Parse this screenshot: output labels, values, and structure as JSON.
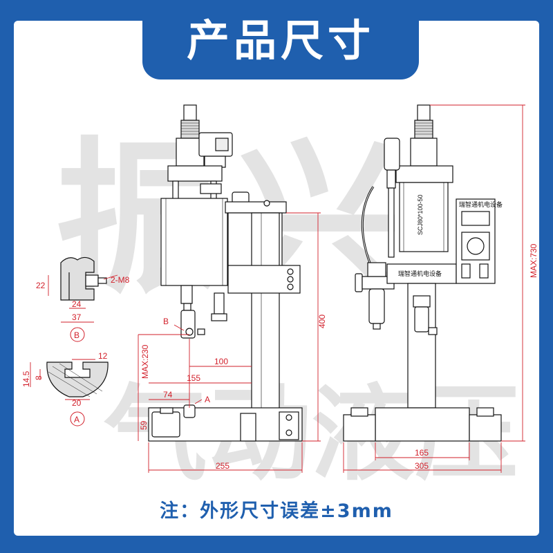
{
  "title": "产品尺寸",
  "note": "注：外形尺寸误差±3mm",
  "watermark": [
    "振",
    "兴",
    "气动液压"
  ],
  "product_labels": {
    "cylinder_model": "SCJ80*100-50",
    "nameplate": "瑞智通机电设备",
    "controller_header": "瑞智通机电设备"
  },
  "detail_b": {
    "marker": "B",
    "dim_height": "22",
    "dim_slot": "24",
    "dim_width": "37",
    "screw": "2-M8"
  },
  "detail_a": {
    "marker": "A",
    "dim_height": "14.5",
    "dim_slot_h": "8",
    "dim_top": "12",
    "dim_bottom": "20"
  },
  "front_dims": {
    "callout_b": "B",
    "callout_a": "A",
    "d100": "100",
    "d155": "155",
    "d74": "74",
    "d59": "59",
    "d255": "255",
    "d400": "400",
    "dmax230": "MAX:230"
  },
  "side_dims": {
    "d165": "165",
    "d305": "305",
    "dmax730": "MAX:730"
  },
  "colors": {
    "frame": "#1f5fae",
    "dimension": "#d21f2a",
    "line": "#111111"
  }
}
